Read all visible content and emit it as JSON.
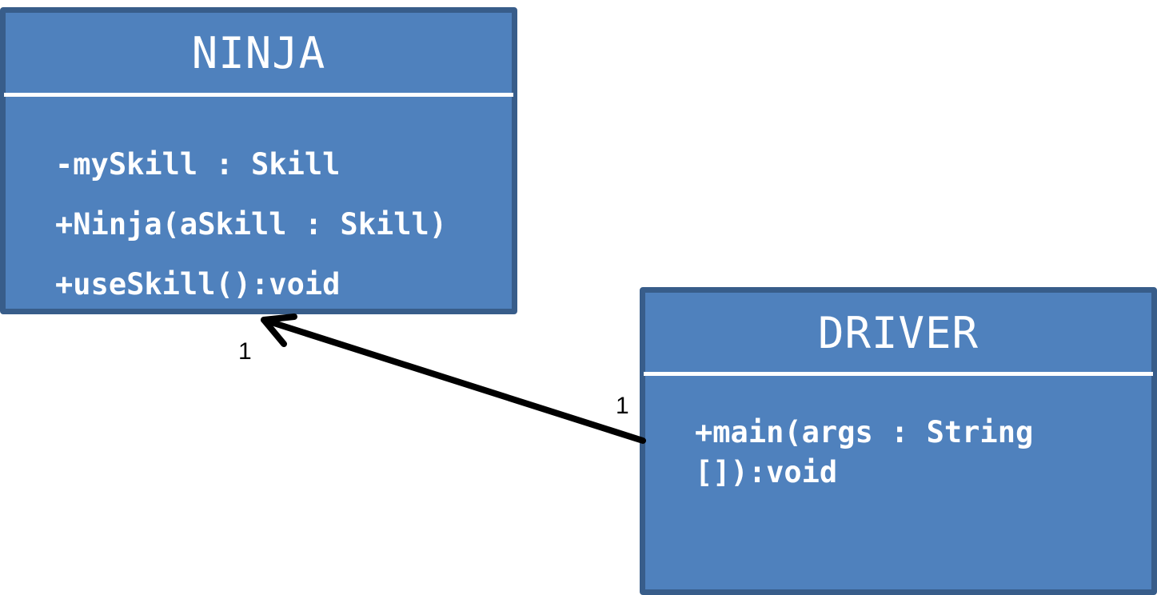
{
  "classes": {
    "ninja": {
      "name": "NINJA",
      "attributes": [
        "-mySkill : Skill"
      ],
      "methods": [
        "+Ninja(aSkill : Skill)",
        "+useSkill():void"
      ]
    },
    "driver": {
      "name": "DRIVER",
      "attributes": [],
      "methods": [
        "+main(args : String []):void"
      ]
    }
  },
  "association": {
    "from": "DRIVER",
    "to": "NINJA",
    "arrowhead": "open",
    "multiplicity_ninja_end": "1",
    "multiplicity_driver_end": "1"
  },
  "colors": {
    "class_fill": "#4f81bd",
    "class_border": "#385d8a",
    "class_text": "#ffffff",
    "association_line": "#000000"
  }
}
